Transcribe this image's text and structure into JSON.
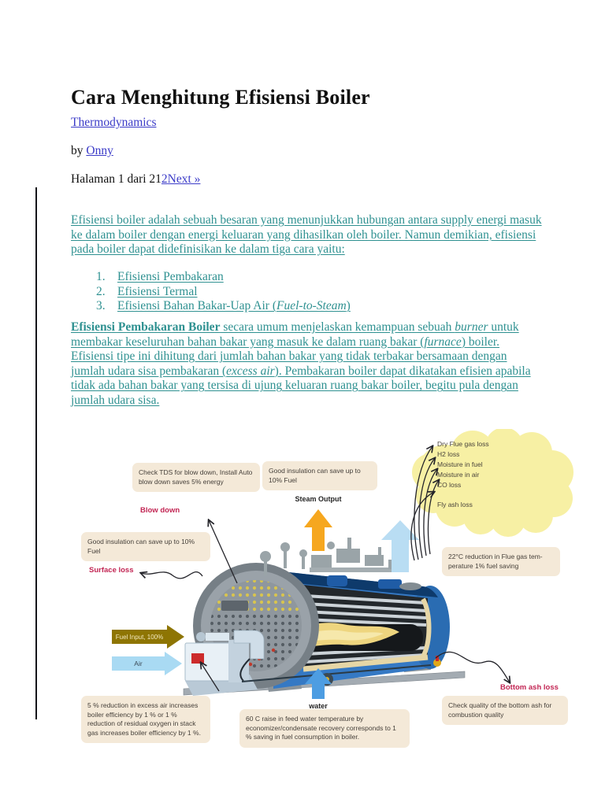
{
  "header": {
    "title": "Cara Menghitung Efisiensi Boiler",
    "category_link": "Thermodynamics",
    "byline_prefix": "by ",
    "author_link": "Onny",
    "pagination_label": "Halaman 1 dari 21",
    "pagination_page_link": "2",
    "pagination_next_link": "Next »"
  },
  "article": {
    "intro": "Efisiensi boiler adalah sebuah besaran yang menunjukkan hubungan antara supply energi masuk ke dalam boiler dengan energi keluaran yang dihasilkan oleh boiler. Namun demikian, efisiensi pada boiler dapat didefinisikan ke dalam tiga cara yaitu:",
    "list": [
      {
        "num": "1.",
        "text": "Efisiensi Pembakaran"
      },
      {
        "num": "2.",
        "text": "Efisiensi Termal"
      },
      {
        "num": "3.",
        "pre": "Efisiensi Bahan Bakar-Uap Air (",
        "italic": "Fuel-to-Steam",
        "post": ")"
      }
    ],
    "body": {
      "bold_lead": "Efisiensi Pembakaran Boiler",
      "s1": " secara umum menjelaskan kemampuan sebuah ",
      "i1": "burner",
      "s2": " untuk membakar keseluruhan bahan bakar yang masuk ke dalam ruang bakar (",
      "i2": "furnace",
      "s3": ") boiler. Efisiensi tipe ini dihitung dari jumlah bahan bakar yang tidak terbakar bersamaan dengan jumlah udara sisa pembakaran (",
      "i3": "excess air",
      "s4": "). Pembakaran boiler dapat dikatakan efisien apabila tidak ada bahan bakar yang tersisa di ujung keluaran ruang bakar boiler, begitu pula dengan jumlah udara sisa."
    }
  },
  "diagram": {
    "callout_blowdown": "Check TDS for blow down, Install Auto blow down saves 5% energy",
    "label_blowdown": "Blow down",
    "callout_insulation_top": "Good insulation can save up to 10% Fuel",
    "label_steam_output": "Steam Output",
    "cloud_losses": [
      "Dry Flue gas loss",
      "H2 loss",
      "Moisture in fuel",
      "Moisture in air",
      "CO loss",
      "Fly ash loss"
    ],
    "callout_flue_reduction": "22°C reduction in Flue gas tem-perature 1% fuel saving",
    "callout_insulation_left": "Good insulation can save up to 10% Fuel",
    "label_surface_loss": "Surface loss",
    "label_fuel_input": "Fuel Input, 100%",
    "label_air": "Air",
    "label_water": "water",
    "callout_excess_air": "5 % reduction in excess air increases boiler efficiency by 1 % or 1 % reduction of residual oxygen in stack gas increases boiler efficiency by 1 %.",
    "callout_feedwater": "60 C raise in feed water temperature by economizer/condensate recovery corresponds to 1 % saving in fuel consumption in boiler.",
    "label_bottom_ash": "Bottom ash loss",
    "callout_bottom_ash": "Check quality of the bottom ash for combustion quality"
  },
  "colors": {
    "link_blue": "#3b3bc8",
    "body_teal": "#2f9191",
    "callout_bg": "#f4e9d8",
    "loss_label_red": "#c22553",
    "cloud_yellow": "#f7f0a4",
    "steam_orange": "#f6a71f",
    "flue_light_blue": "#b9ddf3",
    "water_blue": "#4d9de2",
    "fuel_olive": "#8e7503",
    "air_light_blue": "#a9daf3"
  }
}
